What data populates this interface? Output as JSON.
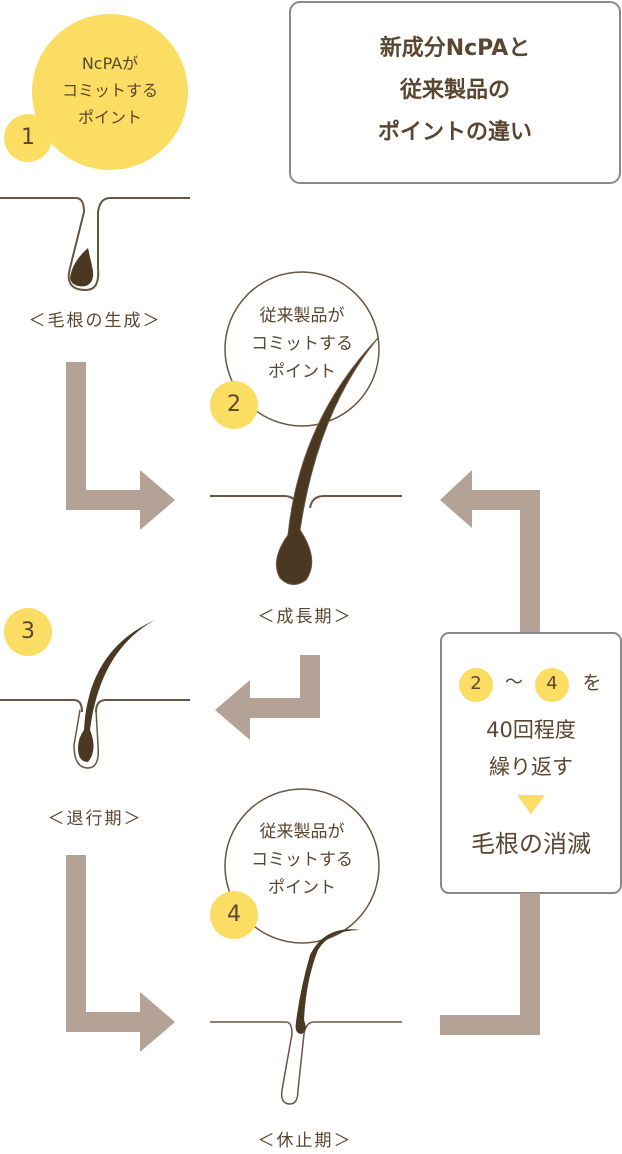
{
  "title": {
    "lines": [
      "新成分NcPAと",
      "従来製品の",
      "ポイントの違い"
    ]
  },
  "stages": [
    {
      "number": "1",
      "bubble": [
        "NcPAが",
        "コミットする",
        "ポイント"
      ],
      "label": "＜毛根の生成＞"
    },
    {
      "number": "2",
      "bubble": [
        "従来製品が",
        "コミットする",
        "ポイント"
      ],
      "label": "＜成長期＞"
    },
    {
      "number": "3",
      "label": "＜退行期＞"
    },
    {
      "number": "4",
      "bubble": [
        "従来製品が",
        "コミットする",
        "ポイント"
      ],
      "label": "＜休止期＞"
    }
  ],
  "cycle_box": {
    "from": "2",
    "tilde": "〜",
    "to": "4",
    "particle": "を",
    "repeat_count": "40回程度",
    "repeat_text": "繰り返す",
    "result": "毛根の消滅"
  },
  "colors": {
    "yellow": "#fbdd63",
    "brown": "#5a4631",
    "hair": "#4a3823",
    "arrow": "#b3a295",
    "box_border": "#8a8a8a"
  }
}
